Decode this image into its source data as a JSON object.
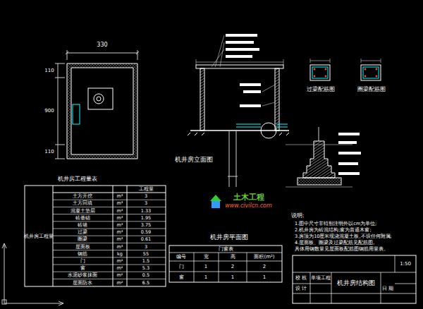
{
  "diagram": {
    "nodes": [
      {
        "text": [
          "土木工程",
          "www.civilcn.com"
        ]
      },
      {
        "text": [
          "机井房结构图"
        ]
      }
    ],
    "labels": [
      "330",
      "110",
      "900",
      "110",
      "机井房平面图",
      "机井房立面图",
      "过梁配筋图",
      "圈梁配筋图",
      "机井房工程量表",
      "机井房工程量",
      "工程量",
      "土方开挖",
      "m³",
      "3",
      "土方回填",
      "m³",
      "3",
      "混凝土垫层",
      "m³",
      "1.33",
      "砖基础",
      "m³",
      "1.95",
      "砖墙",
      "m³",
      "3.75",
      "过梁",
      "m³",
      "0.59",
      "圈梁",
      "m³",
      "0.61",
      "屋面板",
      "m³",
      "3",
      "钢筋",
      "kg",
      "55",
      "门",
      "m²",
      "1.5",
      "窗",
      "m²",
      "5.3",
      "水泥砂浆抹面",
      "m²",
      "0.5",
      "屋面防水",
      "m²",
      "6.5",
      "门窗表",
      "编号",
      "宽",
      "高",
      "面积(m²)",
      "门",
      "1",
      "2",
      "2",
      "窗",
      "1",
      "1",
      "1",
      "说明:",
      "1.图中尺寸非特别注明外以cm为单位;",
      "2.机井房为砖混结构;窗为普通木窗;",
      "3.房顶为10厘米现浇混凝土板,不设任何附属;",
      "4.屋面板、圈梁及过梁配筋见配筋图,",
      "具体用钢数量见屋面板配筋图钢筋用量表。",
      "校 核",
      "设 计",
      "单项工程",
      "日 期",
      "1:50"
    ]
  }
}
